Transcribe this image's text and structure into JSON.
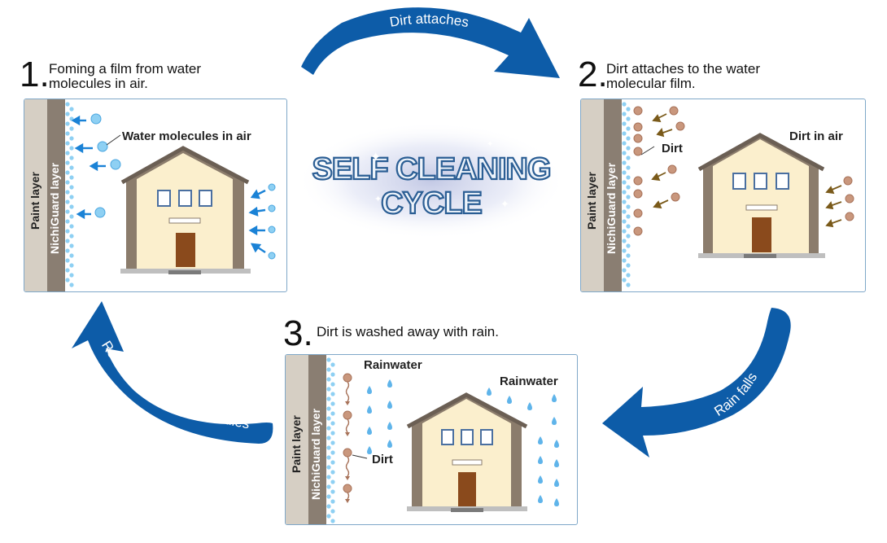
{
  "steps": [
    {
      "number": "1.",
      "line1": "Foming a film from water",
      "line2": "molecules in air."
    },
    {
      "number": "2.",
      "line1": "Dirt attaches to the water",
      "line2": "molecular film."
    },
    {
      "number": "3.",
      "text": "Dirt is washed away with rain."
    }
  ],
  "arrows": {
    "top": "Dirt attaches",
    "right": "Rain falls",
    "left": "Re-adsorbs water molecules"
  },
  "center": {
    "line1": "SELF CLEANING",
    "line2": "CYCLE"
  },
  "panel1": {
    "callout": "Water molecules in air",
    "paint_layer": "Paint layer",
    "nichiguard_layer": "NichiGuard layer"
  },
  "panel2": {
    "dirt_label": "Dirt",
    "dirt_in_air": "Dirt in air",
    "paint_layer": "Paint layer",
    "nichiguard_layer": "NichiGuard layer"
  },
  "panel3": {
    "rainwater_left": "Rainwater",
    "rainwater_right": "Rainwater",
    "dirt_label": "Dirt",
    "paint_layer": "Paint layer",
    "nichiguard_layer": "NichiGuard layer"
  },
  "colors": {
    "arrow_blue": "#0d5ca8",
    "paint_layer": "#d6cfc4",
    "nichiguard": "#8a7e72",
    "dirt": "#c9977d",
    "water": "#5fb4ea",
    "house_wall": "#fbefcd",
    "house_side": "#8b7c6c",
    "door": "#8a4a1c"
  }
}
